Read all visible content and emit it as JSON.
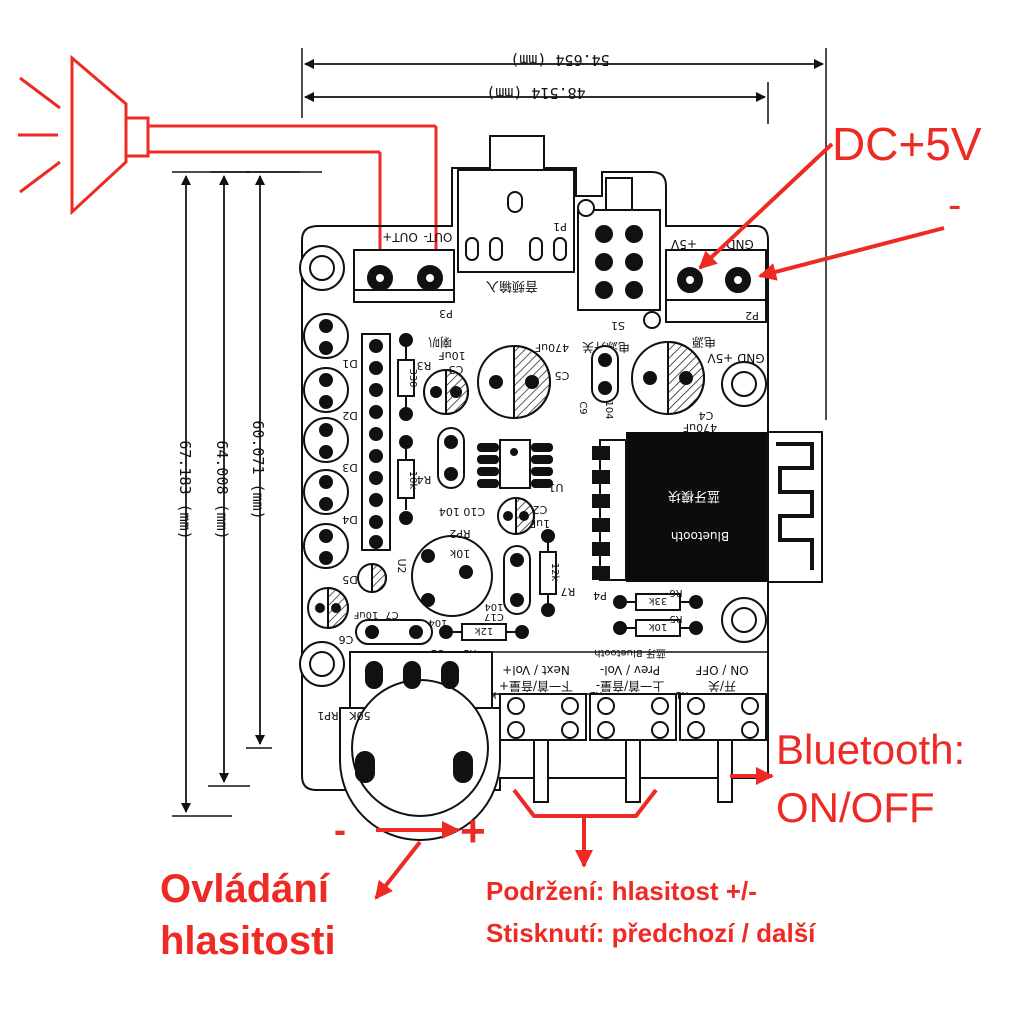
{
  "colors": {
    "annotation": "#ee2a24",
    "outline": "#111111",
    "module": "#0c0c0c"
  },
  "dimensions": {
    "width_outer": "54.654 (mm)",
    "width_inner": "48.514 (mm)",
    "height_a": "67.183 (mm)",
    "height_b": "64.008 (mm)",
    "height_c": "60.071 (mm)"
  },
  "annotations": {
    "power_plus": "DC+5V",
    "power_minus": "-",
    "bluetooth_line1": "Bluetooth:",
    "bluetooth_line2": "ON/OFF",
    "volume_minus": "-",
    "volume_plus": "+",
    "volume_line1": "Ovládání",
    "volume_line2": "hlasitosti",
    "buttons_line1": "Podržení: hlasitost +/-",
    "buttons_line2": "Stisknutí: předchozí / další"
  },
  "silkscreen": {
    "p3_out_plus": "OUT+",
    "p3_out_minus": "OUT-",
    "p3": "P3",
    "p1": "P1",
    "audio_input": "音频输入",
    "s1": "S1",
    "power_switch": "电源开关",
    "p2_plus5v": "+5V",
    "p2_gnd": "GND",
    "p2": "P2",
    "power_cn": "电源",
    "gnd_plus5v": "GND +5V",
    "speaker_cn": "喇叭",
    "r3": "R3",
    "r3_val": "330",
    "c3": "C3",
    "c3_val": "10uF",
    "c5": "C5",
    "c5_val": "470uF",
    "c9": "C9",
    "c9_val": "104",
    "c4": "C4",
    "c4_val": "470uF",
    "d1": "D1",
    "d2": "D2",
    "d3": "D3",
    "d4": "D4",
    "d5": "D5",
    "r4": "R4",
    "r4_val": "10k",
    "u1": "U1",
    "c10": "C10 104",
    "c2": "C2",
    "c2_val": "1uF",
    "rp2": "RP2",
    "rp2_val": "10k",
    "u2": "U2",
    "c7": "C7",
    "c7_val": "10uF",
    "c6": "C6",
    "c1": "C1",
    "c1_val": "104",
    "c17": "C17",
    "c17_val": "104",
    "r1": "R1",
    "r1_val": "12k",
    "r7": "R7",
    "r7_val": "12k",
    "bt_module_cn": "蓝牙模块",
    "bt_module_en": "Bluetooth",
    "p4": "P4",
    "r6": "R6",
    "r6_val": "33k",
    "r5": "R5",
    "r5_val": "10k",
    "bt_header": "蓝牙  Bluetooth",
    "k3_label": "Next / Vol+",
    "k3_cn": "下一首/音量+",
    "k3": "K3",
    "k2_label": "Prev / Vol-",
    "k2_cn": "上一首/音量-",
    "k2": "K2",
    "k1_label": "ON / OFF",
    "k1_cn": "开/关",
    "k1": "K1",
    "rp1": "RP1",
    "rp1_val": "50K"
  }
}
